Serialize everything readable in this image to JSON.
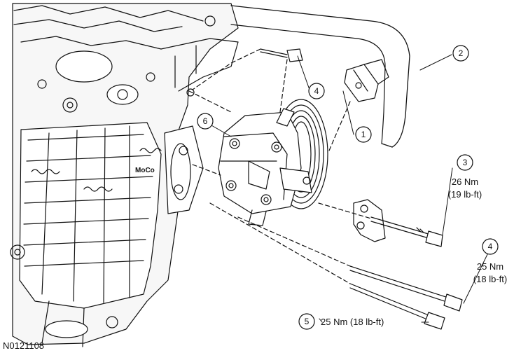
{
  "figure_id": "N0121108",
  "engine_badge": "MoCo",
  "callouts": [
    {
      "id": "1",
      "text": ""
    },
    {
      "id": "2",
      "text": ""
    },
    {
      "id": "3",
      "text": "26 Nm (19 lb-ft)",
      "line1": "26 Nm",
      "line2": "(19 lb-ft)"
    },
    {
      "id": "4",
      "text": ""
    },
    {
      "id": "4b",
      "num": "4",
      "line1": "25 Nm",
      "line2": "(18 lb-ft)"
    },
    {
      "id": "5",
      "text": "25 Nm (18 lb-ft)"
    },
    {
      "id": "6",
      "text": ""
    }
  ],
  "colors": {
    "line": "#111111",
    "fill": "#ffffff",
    "shade": "#e9e9e9"
  }
}
